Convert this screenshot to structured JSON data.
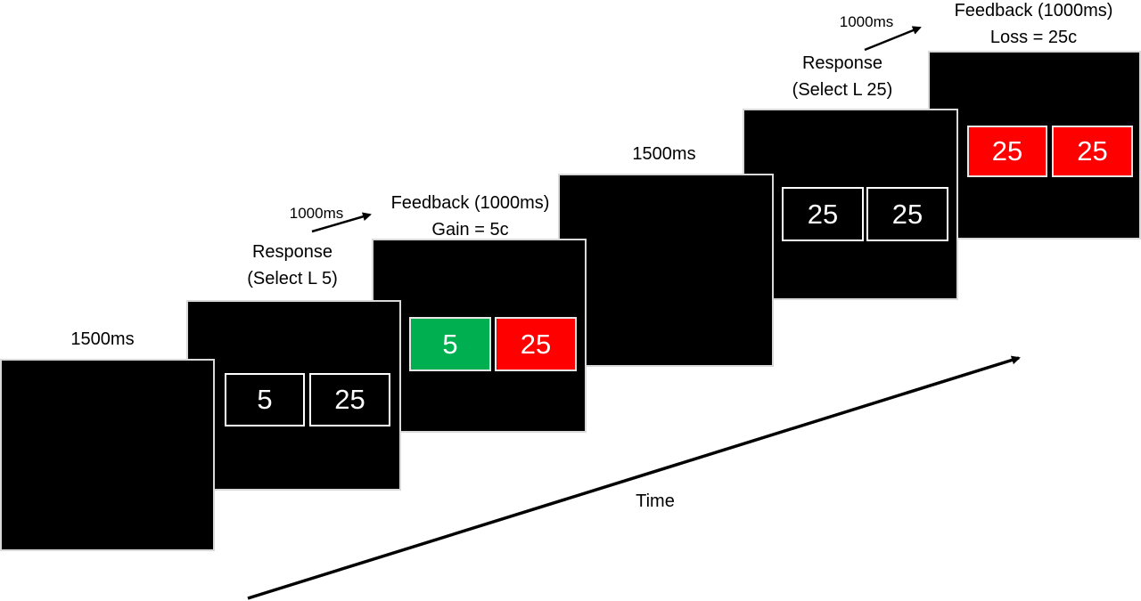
{
  "colors": {
    "gain": "#00b050",
    "loss": "#ff0000",
    "screen": "#000000",
    "outline": "#ffffff"
  },
  "trial1": {
    "fixation_label": "1500ms",
    "response_label": [
      "Response",
      "(Select L 5)"
    ],
    "response_options": [
      "5",
      "25"
    ],
    "transition_label": "1000ms",
    "feedback_label": [
      "Feedback (1000ms)",
      "Gain = 5c"
    ],
    "feedback_options": [
      "5",
      "25"
    ]
  },
  "trial2": {
    "fixation_label": "1500ms",
    "response_label": [
      "Response",
      "(Select L 25)"
    ],
    "response_options": [
      "25",
      "25"
    ],
    "transition_label": "1000ms",
    "feedback_label": [
      "Feedback (1000ms)",
      "Loss = 25c"
    ],
    "feedback_options": [
      "25",
      "25"
    ]
  },
  "time_axis_label": "Time"
}
